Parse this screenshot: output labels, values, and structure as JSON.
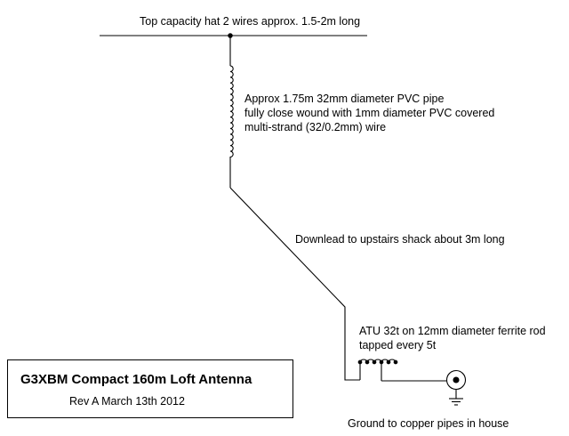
{
  "labels": {
    "top_hat": "Top capacity hat 2 wires approx. 1.5-2m long",
    "coil_line_1": "Approx 1.75m 32mm diameter PVC pipe",
    "coil_line_2": "fully close wound with 1mm diameter PVC covered",
    "coil_line_3": "multi-strand (32/0.2mm) wire",
    "downlead": "Downlead to upstairs shack about 3m long",
    "atu_line_1": "ATU 32t on 12mm diameter ferrite rod",
    "atu_line_2": "tapped every 5t",
    "ground": "Ground to copper pipes in house"
  },
  "title_block": {
    "title": "G3XBM Compact 160m Loft Antenna",
    "revision": "Rev A  March 13th 2012"
  }
}
